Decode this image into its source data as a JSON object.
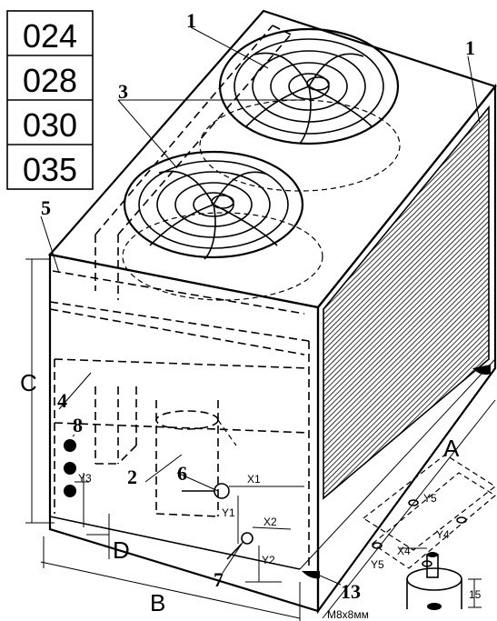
{
  "models": [
    "024",
    "028",
    "030",
    "035"
  ],
  "callouts": {
    "fan_top": "1",
    "coil_right": "1",
    "fan_guard": "3",
    "panel_top": "5",
    "panel_front": "4",
    "knockouts": "8",
    "connection_upper": "6",
    "compressor": "2",
    "connection_lower": "7",
    "mount_foot": "13"
  },
  "dimensions": {
    "height": "C",
    "width": "B",
    "depth": "A",
    "base_gap": "D",
    "x1": "X1",
    "x2": "X2",
    "x4": "X4",
    "y1": "Y1",
    "y2": "Y2",
    "y3": "Y3",
    "y4": "Y4",
    "y5_top": "Y5",
    "y5_bottom": "Y5",
    "foot_height": "15",
    "bolt_spec": "M8x8мм"
  }
}
